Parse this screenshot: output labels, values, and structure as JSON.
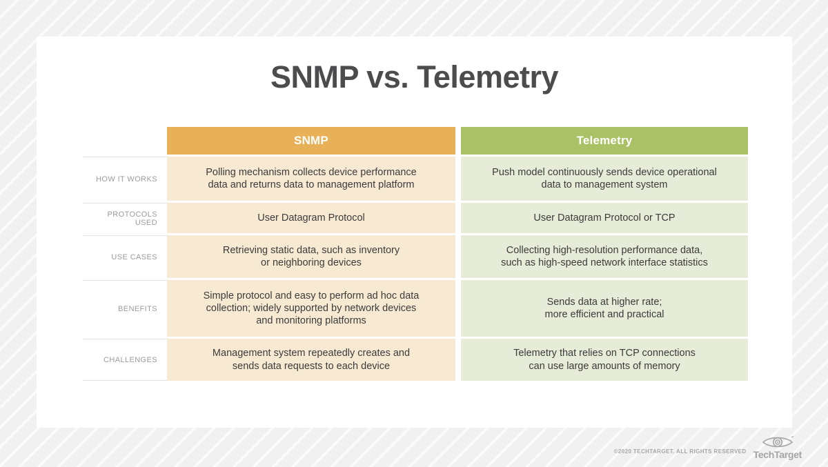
{
  "title": "SNMP vs. Telemetry",
  "table": {
    "columns": [
      {
        "label": "SNMP",
        "header_color": "#e8b057",
        "cell_color": "#f8e9d2"
      },
      {
        "label": "Telemetry",
        "header_color": "#abc166",
        "cell_color": "#e6ecd7"
      }
    ],
    "rows": [
      {
        "label": "HOW IT WORKS",
        "snmp": "Polling mechanism collects device performance\ndata and returns data to management platform",
        "telemetry": "Push model continuously sends device operational\ndata to management system"
      },
      {
        "label": "PROTOCOLS USED",
        "snmp": "User Datagram Protocol",
        "telemetry": "User Datagram Protocol or TCP"
      },
      {
        "label": "USE CASES",
        "snmp": "Retrieving static data, such as inventory\nor neighboring devices",
        "telemetry": "Collecting high-resolution performance data,\nsuch as high-speed network interface statistics"
      },
      {
        "label": "BENEFITS",
        "snmp": "Simple protocol and easy to perform ad hoc data\ncollection; widely supported by network devices\nand monitoring platforms",
        "telemetry": "Sends data at higher rate;\nmore efficient and practical"
      },
      {
        "label": "CHALLENGES",
        "snmp": "Management system repeatedly creates and\nsends data requests to each device",
        "telemetry": "Telemetry that relies on TCP connections\ncan use large amounts of memory"
      }
    ]
  },
  "footer": {
    "copyright": "©2020 TECHTARGET. ALL RIGHTS RESERVED",
    "logo_text": "TechTarget",
    "logo_icon": "eye-bullseye-icon"
  },
  "colors": {
    "background": "#f1f1f1",
    "card": "#ffffff",
    "title_text": "#4c4c4e",
    "cell_text": "#3b3b3b",
    "row_label_text": "#9b9b9b",
    "snmp_header": "#e8b057",
    "snmp_cell": "#f8e9d2",
    "telemetry_header": "#abc166",
    "telemetry_cell": "#e6ecd7",
    "separator_line": "#e3e3e3",
    "footer_text": "#a6a6a6"
  }
}
